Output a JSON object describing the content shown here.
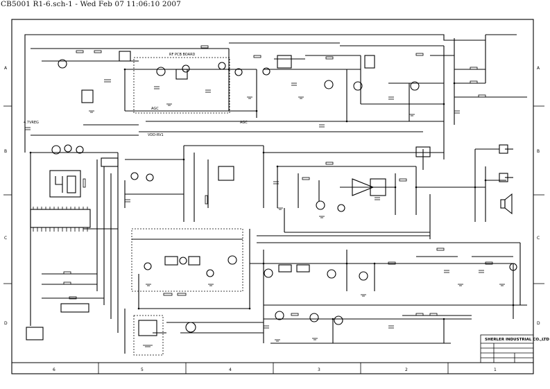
{
  "header": {
    "title": "CB5001 R1-6.sch-1 - Wed Feb 07 11:06:10 2007"
  },
  "border": {
    "rows": [
      "A",
      "B",
      "C",
      "D"
    ],
    "columns": [
      "6",
      "5",
      "4",
      "3",
      "2",
      "1"
    ]
  },
  "labels": {
    "rf_pcb_board": "RF PCB BOARD",
    "vdd_rv1": "VDD-RV1",
    "agc": "AGC",
    "agc2": "AGC",
    "v47": "4.7VREG"
  },
  "title_block": {
    "company": "SHERLER INDUSTRIAL CO.,LTD"
  },
  "colors": {
    "ink": "#000000",
    "paper": "#ffffff"
  }
}
